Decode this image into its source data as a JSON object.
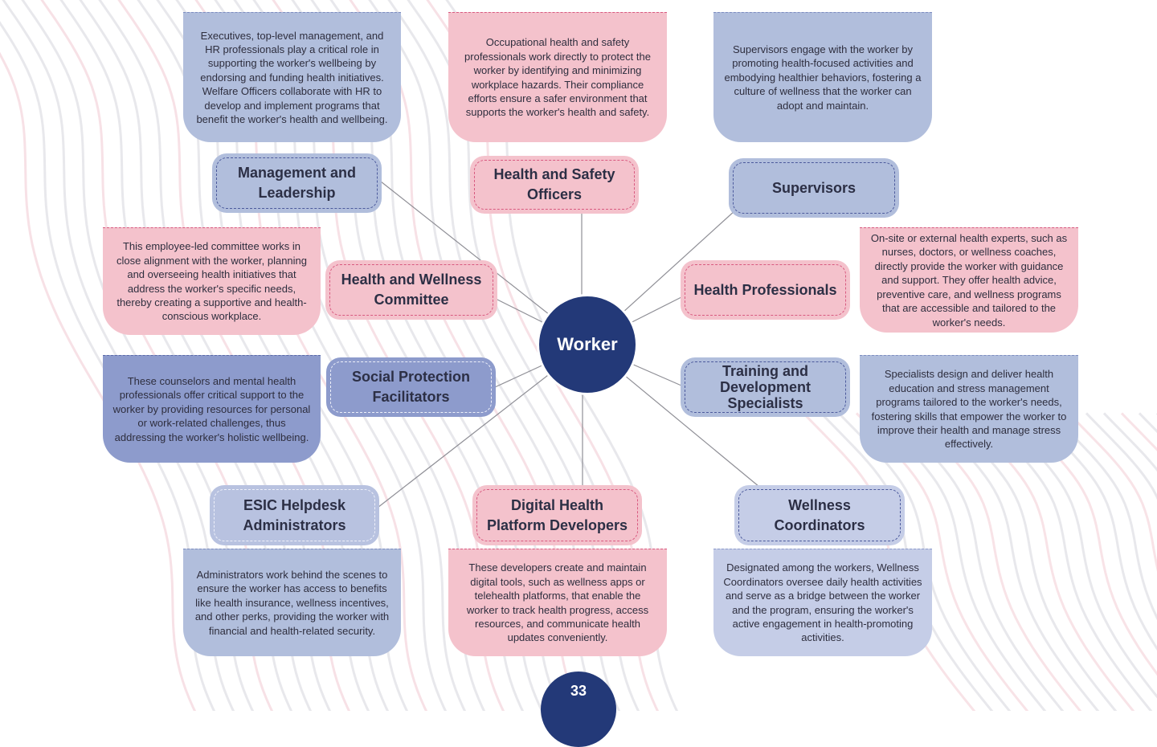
{
  "center": {
    "label": "Worker"
  },
  "page_number": "33",
  "roles": {
    "management": {
      "title": "Management and Leadership",
      "description": "Executives, top-level management, and HR professionals play a critical role in supporting the worker's wellbeing by endorsing and funding health initiatives. Welfare Officers collaborate with HR to develop and implement programs that benefit the worker's health and wellbeing."
    },
    "health_safety": {
      "title": "Health and Safety Officers",
      "description": "Occupational health and safety professionals work directly to protect the worker by identifying and minimizing workplace hazards. Their compliance efforts ensure a safer environment that supports the worker's health and safety."
    },
    "supervisors": {
      "title": "Supervisors",
      "description": "Supervisors engage with the worker by promoting health-focused activities and embodying healthier behaviors, fostering a culture of wellness that the worker can adopt and maintain."
    },
    "committee": {
      "title": "Health and Wellness Committee",
      "description": "This employee-led committee works in close alignment with the worker, planning and overseeing health initiatives that address the worker's specific needs, thereby creating a supportive and health-conscious workplace."
    },
    "health_professionals": {
      "title": "Health Professionals",
      "description": "On-site or external health experts, such as nurses, doctors, or wellness coaches, directly provide the worker with guidance and support. They offer health advice, preventive care, and wellness programs that are accessible and tailored to the worker's needs."
    },
    "social_protection": {
      "title": "Social Protection Facilitators",
      "description": "These counselors and mental health professionals offer critical support to the worker by providing resources for personal or work-related challenges, thus addressing the worker's holistic wellbeing."
    },
    "training": {
      "title": "Training and Development Specialists",
      "description": "Specialists design and deliver health education and stress management programs tailored to the worker's needs, fostering skills that empower the worker to improve their health and manage stress effectively."
    },
    "esic": {
      "title": "ESIC Helpdesk Administrators",
      "description": "Administrators work behind the scenes to ensure the worker has access to benefits like health insurance, wellness incentives, and other perks, providing the worker with financial and health-related security."
    },
    "digital": {
      "title": "Digital Health Platform Developers",
      "description": "These developers create and maintain digital tools, such as wellness apps or telehealth platforms, that enable the worker to track health progress, access resources, and communicate health updates conveniently."
    },
    "wellness": {
      "title": "Wellness Coordinators",
      "description": "Designated among the workers, Wellness Coordinators oversee daily health activities and serve as a bridge between the worker and the program, ensuring the worker's active engagement in health-promoting activities."
    }
  }
}
